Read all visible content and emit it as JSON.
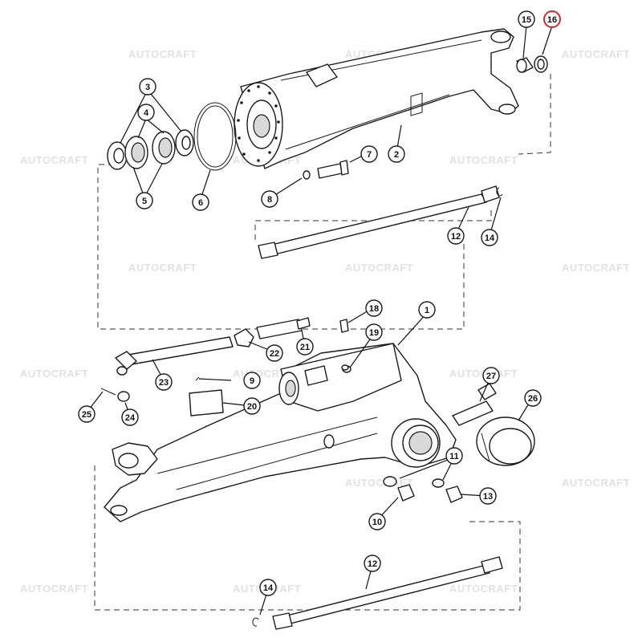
{
  "watermark": {
    "text": "AUTOCRAFT"
  },
  "highlight_color": "#d0282d",
  "callouts": [
    {
      "id": "c1",
      "label": "1"
    },
    {
      "id": "c2",
      "label": "2"
    },
    {
      "id": "c3",
      "label": "3"
    },
    {
      "id": "c4",
      "label": "4"
    },
    {
      "id": "c5",
      "label": "5"
    },
    {
      "id": "c6",
      "label": "6"
    },
    {
      "id": "c7",
      "label": "7"
    },
    {
      "id": "c8",
      "label": "8"
    },
    {
      "id": "c9",
      "label": "9"
    },
    {
      "id": "c10a",
      "label": "10"
    },
    {
      "id": "c11",
      "label": "11"
    },
    {
      "id": "c12a",
      "label": "12"
    },
    {
      "id": "c12b",
      "label": "12"
    },
    {
      "id": "c13",
      "label": "13"
    },
    {
      "id": "c14a",
      "label": "14"
    },
    {
      "id": "c14b",
      "label": "14"
    },
    {
      "id": "c15",
      "label": "15"
    },
    {
      "id": "c16",
      "label": "16",
      "highlighted": true
    },
    {
      "id": "c18",
      "label": "18"
    },
    {
      "id": "c19",
      "label": "19"
    },
    {
      "id": "c20",
      "label": "20"
    },
    {
      "id": "c21",
      "label": "21"
    },
    {
      "id": "c22",
      "label": "22"
    },
    {
      "id": "c23",
      "label": "23"
    },
    {
      "id": "c24",
      "label": "24"
    },
    {
      "id": "c25",
      "label": "25"
    },
    {
      "id": "c26",
      "label": "26"
    },
    {
      "id": "c27",
      "label": "27"
    }
  ]
}
